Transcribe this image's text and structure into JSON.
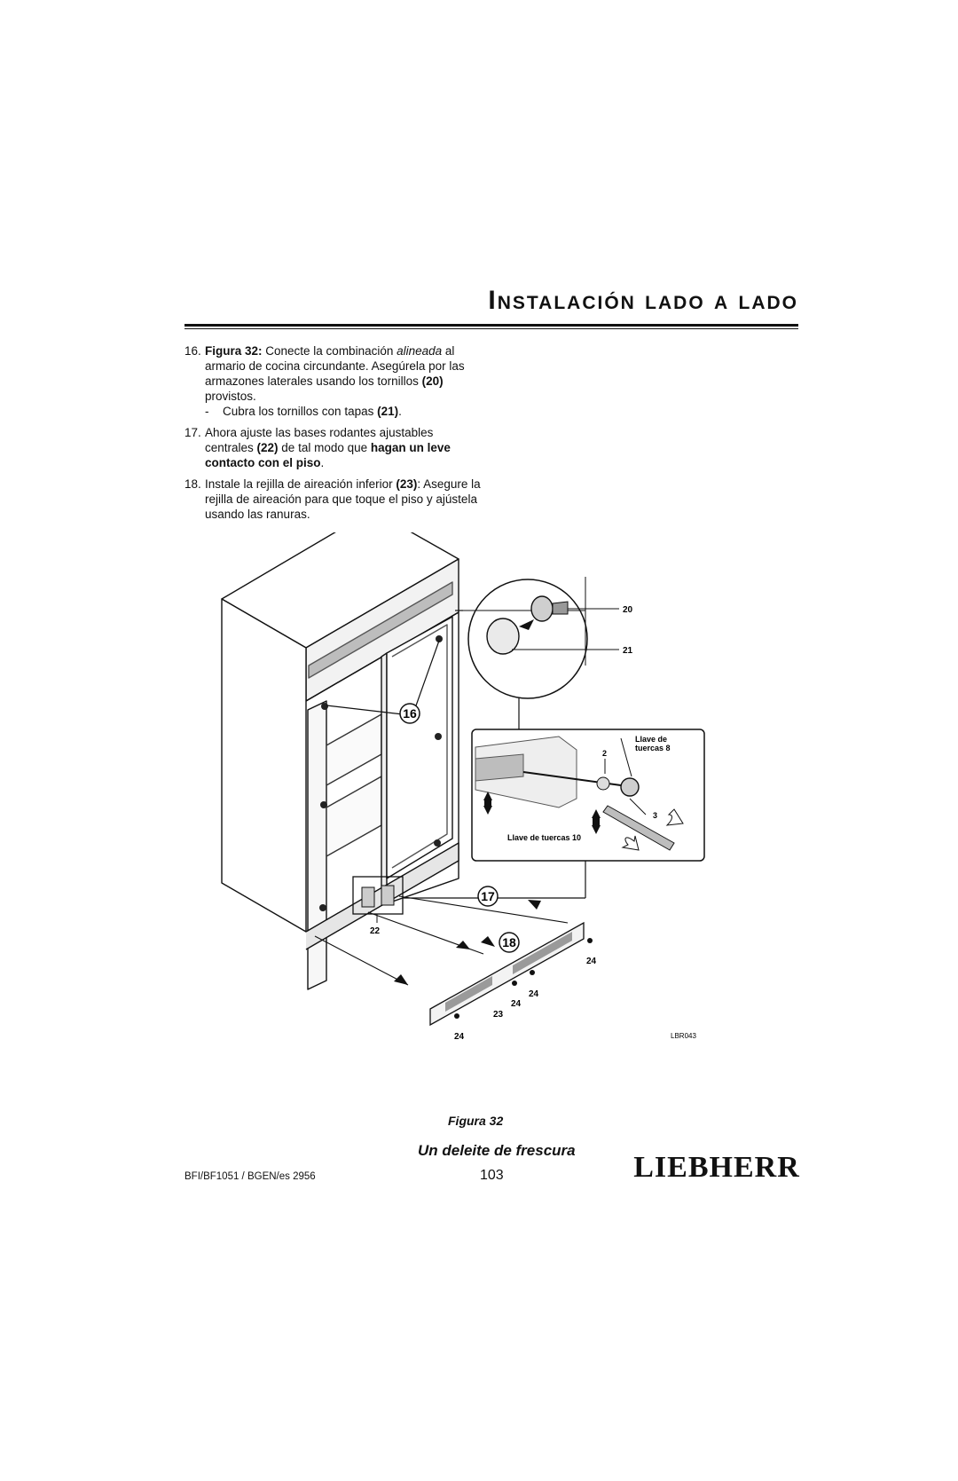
{
  "header": {
    "title": "Instalación lado a lado"
  },
  "steps": [
    {
      "number": "16.",
      "parts": [
        {
          "text": "Figura 32:",
          "style": "bold"
        },
        {
          "text": " Conecte la combinación ",
          "style": "normal"
        },
        {
          "text": "alineada",
          "style": "italic"
        },
        {
          "text": " al armario de cocina circundante. Asegúrela por las armazones laterales usando los tornillos ",
          "style": "normal"
        },
        {
          "text": "(20)",
          "style": "bold"
        },
        {
          "text": " provistos.",
          "style": "normal"
        }
      ],
      "sub": {
        "dash": "-",
        "parts": [
          {
            "text": "Cubra los tornillos con tapas ",
            "style": "normal"
          },
          {
            "text": "(21)",
            "style": "bold"
          },
          {
            "text": ".",
            "style": "normal"
          }
        ]
      }
    },
    {
      "number": "17.",
      "parts": [
        {
          "text": "Ahora ajuste las bases rodantes ajustables centrales ",
          "style": "normal"
        },
        {
          "text": "(22)",
          "style": "bold"
        },
        {
          "text": " de tal modo que ",
          "style": "normal"
        },
        {
          "text": "hagan un leve contacto con el piso",
          "style": "bold"
        },
        {
          "text": ".",
          "style": "normal"
        }
      ]
    },
    {
      "number": "18.",
      "parts": [
        {
          "text": "Instale la rejilla de aireación inferior ",
          "style": "normal"
        },
        {
          "text": "(23)",
          "style": "bold"
        },
        {
          "text": ": Asegure la rejilla de aireación para que toque el piso y ajústela usando las ranuras.",
          "style": "normal"
        }
      ]
    }
  ],
  "figure": {
    "step_markers": [
      "16",
      "17",
      "18"
    ],
    "callouts": {
      "screw": "20",
      "cap": "21",
      "roller": "22",
      "grille": "23",
      "grille_screw": "24",
      "wrench_8": "Llave de tuercas 8",
      "wrench_8_line1": "Llave de",
      "wrench_8_line2": "tuercas 8",
      "wrench_10": "Llave de tuercas 10",
      "turn_2": "2",
      "turn_3": "3",
      "ref_code": "LBR043"
    },
    "caption": "Figura 32"
  },
  "footer": {
    "tagline": "Un deleite de frescura",
    "model": "BFI/BF1051 / BGEN/es 2956",
    "page_number": "103",
    "brand": "LIEBHERR"
  }
}
